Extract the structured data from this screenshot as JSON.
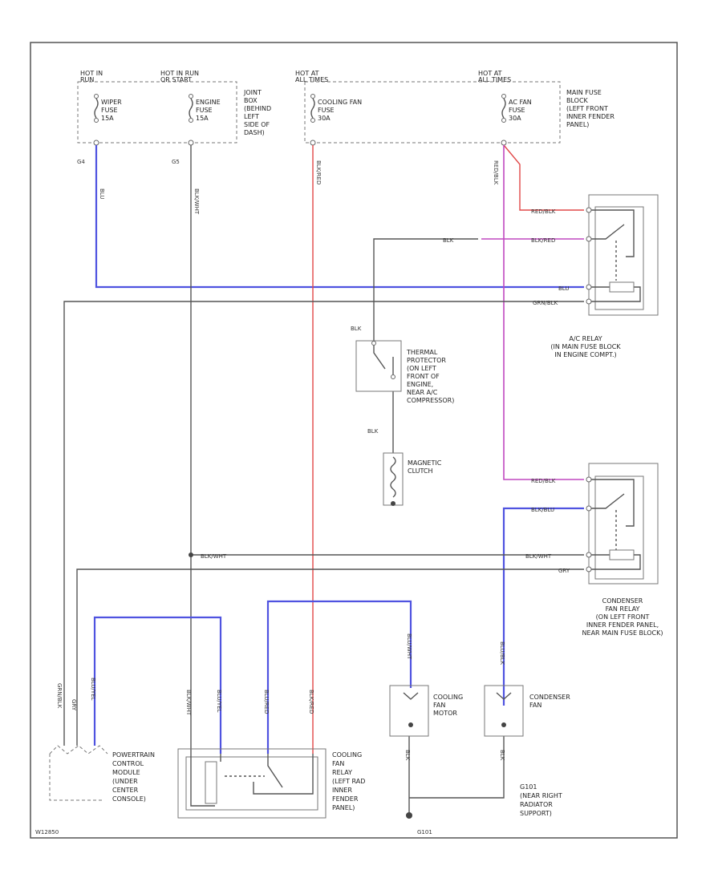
{
  "fuse_box": {
    "hot_labels": [
      {
        "id": "hot1",
        "lines": [
          "HOT IN",
          "RUN"
        ]
      },
      {
        "id": "hot2",
        "lines": [
          "HOT IN RUN",
          "OR START"
        ]
      },
      {
        "id": "hot3",
        "lines": [
          "HOT AT",
          "ALL TIMES"
        ]
      },
      {
        "id": "hot4",
        "lines": [
          "HOT AT",
          "ALL TIMES"
        ]
      }
    ],
    "fuses": [
      {
        "id": "f1",
        "lines": [
          "WIPER",
          "FUSE",
          "15A"
        ]
      },
      {
        "id": "f2",
        "lines": [
          "ENGINE",
          "FUSE",
          "15A"
        ]
      },
      {
        "id": "f3",
        "lines": [
          "COOLING FAN",
          "FUSE",
          "30A"
        ]
      },
      {
        "id": "f4",
        "lines": [
          "AC FAN",
          "FUSE",
          "30A"
        ]
      }
    ],
    "joint_box_label": [
      "JOINT",
      "BOX",
      "(BEHIND",
      "LEFT",
      "SIDE OF",
      "DASH)"
    ],
    "main_fuse_label": [
      "MAIN FUSE",
      "BLOCK",
      "(LEFT FRONT",
      "INNER FENDER",
      "PANEL)"
    ]
  },
  "wire_labels": {
    "w_blu_left": "BLU",
    "w_blk_wht_left": "BLK/WHT",
    "w_blk_red_mid": "BLK/RED",
    "w_red_blk_right": "RED/BLK",
    "w_red_blk_relay": "RED/BLK",
    "w_blk": "BLK",
    "w_blk_red_relay": "BLK/RED",
    "w_blu_relay": "BLU",
    "w_grn_blk": "GRN/BLK",
    "w_blk_therm": "BLK",
    "w_blk_clutch": "BLK",
    "w_red_blk_cond": "RED/BLK",
    "w_blk_blu": "BLK/BLU",
    "w_blk_wht_cond": "BLK/WHT",
    "w_blk_wht_cond2": "BLK/WHT",
    "w_gry": "GRY",
    "w_grn_blk_pcm": "GRN/BLK",
    "w_gry_pcm": "GRY",
    "w_blu_pcm": "BLU/YEL",
    "w_blk_wht_pcm": "BLK/WHT",
    "w_blu_yel_pcm": "BLU/YEL",
    "w_blu_red": "BLU/RED",
    "w_blk_red_relay2": "BLK/RED",
    "w_blu_wht": "BLU/WHT",
    "w_blu_blk": "BLU/BLK",
    "w_blk_fan": "BLK",
    "w_blk_cond": "BLK"
  },
  "splice_labels": {
    "s1": "G4",
    "s2": "G5"
  },
  "components": {
    "ac_relay": [
      "A/C RELAY",
      "(IN MAIN FUSE BLOCK",
      "IN ENGINE COMPT.)"
    ],
    "thermal": [
      "THERMAL",
      "PROTECTOR",
      "(ON LEFT",
      "FRONT OF",
      "ENGINE,",
      "NEAR A/C",
      "COMPRESSOR)"
    ],
    "clutch": [
      "MAGNETIC",
      "CLUTCH"
    ],
    "condenser_relay": [
      "CONDENSER",
      "FAN RELAY",
      "(ON LEFT FRONT",
      "INNER FENDER PANEL,",
      "NEAR MAIN FUSE BLOCK)"
    ],
    "cooling_motor": [
      "COOLING",
      "FAN",
      "MOTOR"
    ],
    "condenser_fan": [
      "CONDENSER",
      "FAN"
    ],
    "pcm": [
      "POWERTRAIN",
      "CONTROL",
      "MODULE",
      "(UNDER",
      "CENTER",
      "CONSOLE)"
    ],
    "cooling_relay": [
      "COOLING",
      "FAN",
      "RELAY",
      "(LEFT RAD",
      "INNER",
      "FENDER",
      "PANEL)"
    ],
    "ground": [
      "G101",
      "(NEAR RIGHT",
      "RADIATOR",
      "SUPPORT)"
    ]
  },
  "footer": {
    "code": "W12850",
    "ground_ref": "G101"
  }
}
